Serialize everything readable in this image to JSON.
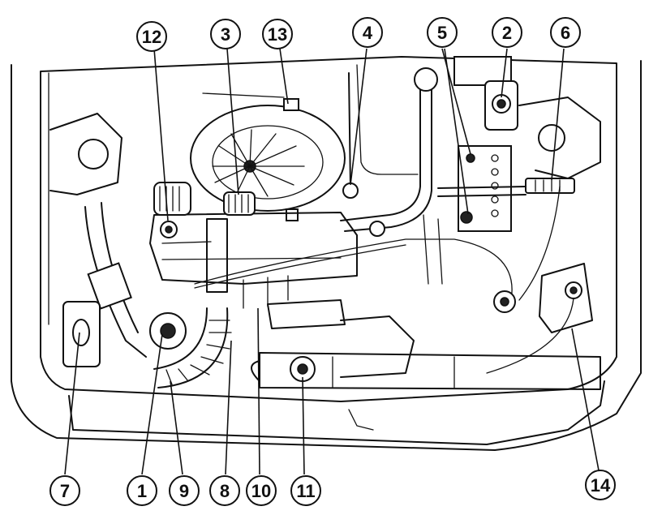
{
  "callouts": [
    {
      "id": "12",
      "label": "12"
    },
    {
      "id": "3",
      "label": "3"
    },
    {
      "id": "13",
      "label": "13"
    },
    {
      "id": "4",
      "label": "4"
    },
    {
      "id": "5",
      "label": "5"
    },
    {
      "id": "2",
      "label": "2"
    },
    {
      "id": "6",
      "label": "6"
    },
    {
      "id": "7",
      "label": "7"
    },
    {
      "id": "1",
      "label": "1"
    },
    {
      "id": "9",
      "label": "9"
    },
    {
      "id": "8",
      "label": "8"
    },
    {
      "id": "10",
      "label": "10"
    },
    {
      "id": "11",
      "label": "11"
    },
    {
      "id": "14",
      "label": "14"
    }
  ],
  "colors": {
    "line": "#111111",
    "background": "#ffffff"
  }
}
